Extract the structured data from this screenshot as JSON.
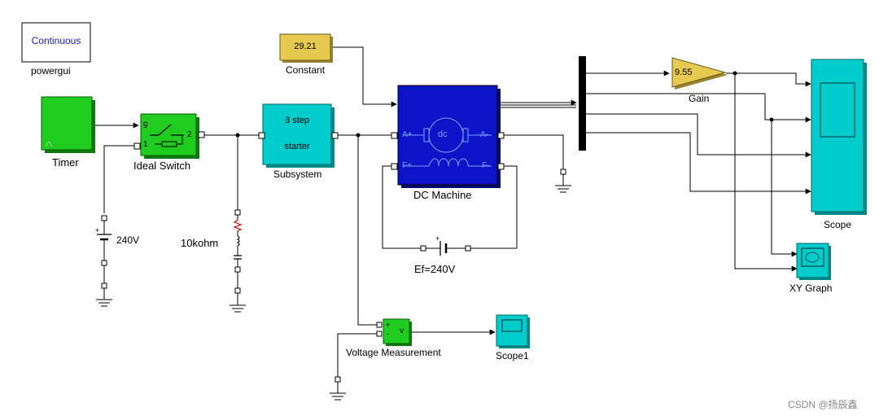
{
  "blocks": {
    "powergui": {
      "inner": "Continuous",
      "label": "powergui"
    },
    "timer": {
      "label": "Timer"
    },
    "ideal_switch": {
      "label": "Ideal Switch",
      "port_g": "g",
      "port_1": "1",
      "port_2": "2"
    },
    "dc_source": {
      "label": "240V"
    },
    "resistor": {
      "label": "10kohm"
    },
    "subsystem": {
      "line1": "3 step",
      "line2": "starter",
      "label": "Subsystem"
    },
    "constant": {
      "value": "29.21",
      "label": "Constant"
    },
    "dc_machine": {
      "label": "DC Machine",
      "center": "dc",
      "port_a_plus": "A+",
      "port_a_minus": "A-",
      "port_f_plus": "F+",
      "port_f_minus": "F-"
    },
    "field_source": {
      "label": "Ef=240V"
    },
    "gain": {
      "value": "9.55",
      "label": "Gain"
    },
    "scope": {
      "label": "Scope"
    },
    "xy_graph": {
      "label": "XY Graph"
    },
    "voltage_measurement": {
      "label": "Voltage Measurement",
      "plus": "+",
      "minus": "-",
      "out": "v"
    },
    "scope1": {
      "label": "Scope1"
    }
  },
  "watermark": "CSDN @扬辰鑫",
  "colors": {
    "green_block": "#1fcc1f",
    "cyan_block": "#00cccc",
    "yellow_block": "#e6c94f",
    "blue_block": "#0d14c8",
    "white_block": "#ffffff"
  }
}
